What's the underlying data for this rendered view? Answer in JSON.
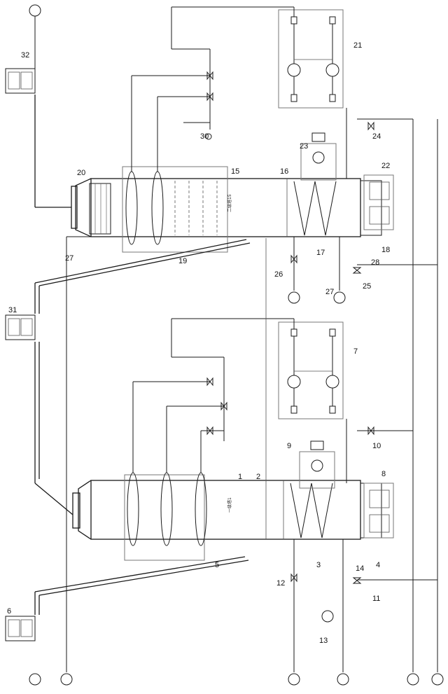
{
  "callouts": [
    "1",
    "2",
    "3",
    "4",
    "5",
    "6",
    "7",
    "8",
    "9",
    "10",
    "11",
    "12",
    "13",
    "14",
    "15",
    "16",
    "17",
    "18",
    "19",
    "20",
    "21",
    "22",
    "23",
    "24",
    "25",
    "26",
    "27",
    "27",
    "28",
    "30",
    "31",
    "32"
  ],
  "tower_labels": {
    "tower1": "一级塔1",
    "tower2": "二级塔15"
  }
}
